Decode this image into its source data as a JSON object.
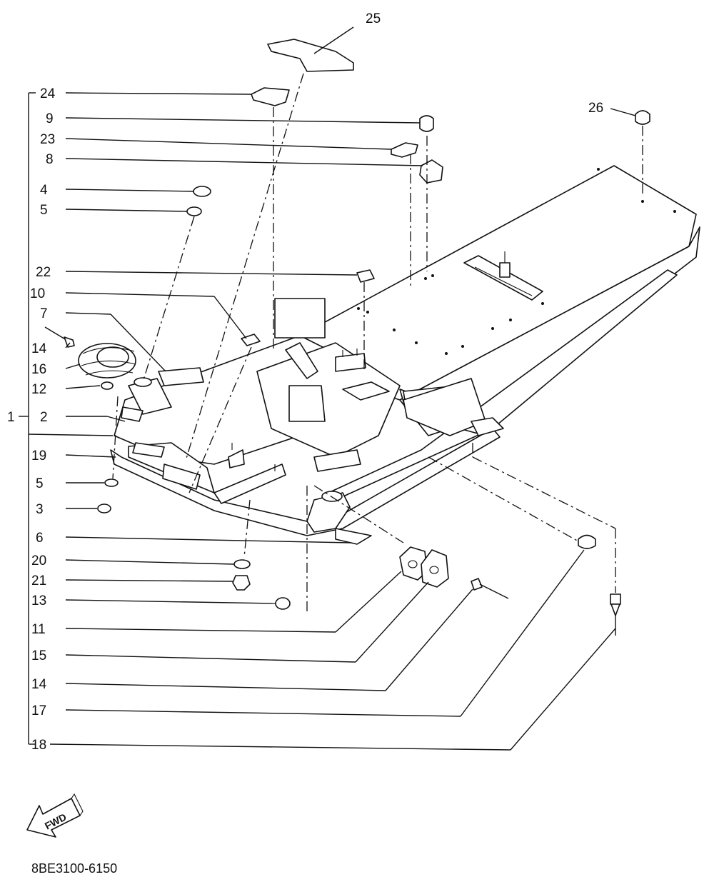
{
  "diagram": {
    "callouts": {
      "c1": "1",
      "c2": "2",
      "c3": "3",
      "c4": "4",
      "c5a": "5",
      "c5b": "5",
      "c6": "6",
      "c7": "7",
      "c8": "8",
      "c9": "9",
      "c10": "10",
      "c11": "11",
      "c12": "12",
      "c13": "13",
      "c14a": "14",
      "c14b": "14",
      "c15": "15",
      "c16": "16",
      "c17": "17",
      "c18": "18",
      "c19": "19",
      "c20": "20",
      "c21": "21",
      "c22": "22",
      "c23": "23",
      "c24": "24",
      "c25": "25",
      "c26": "26"
    },
    "fwd_label": "FWD",
    "drawing_code": "8BE3100-6150"
  }
}
